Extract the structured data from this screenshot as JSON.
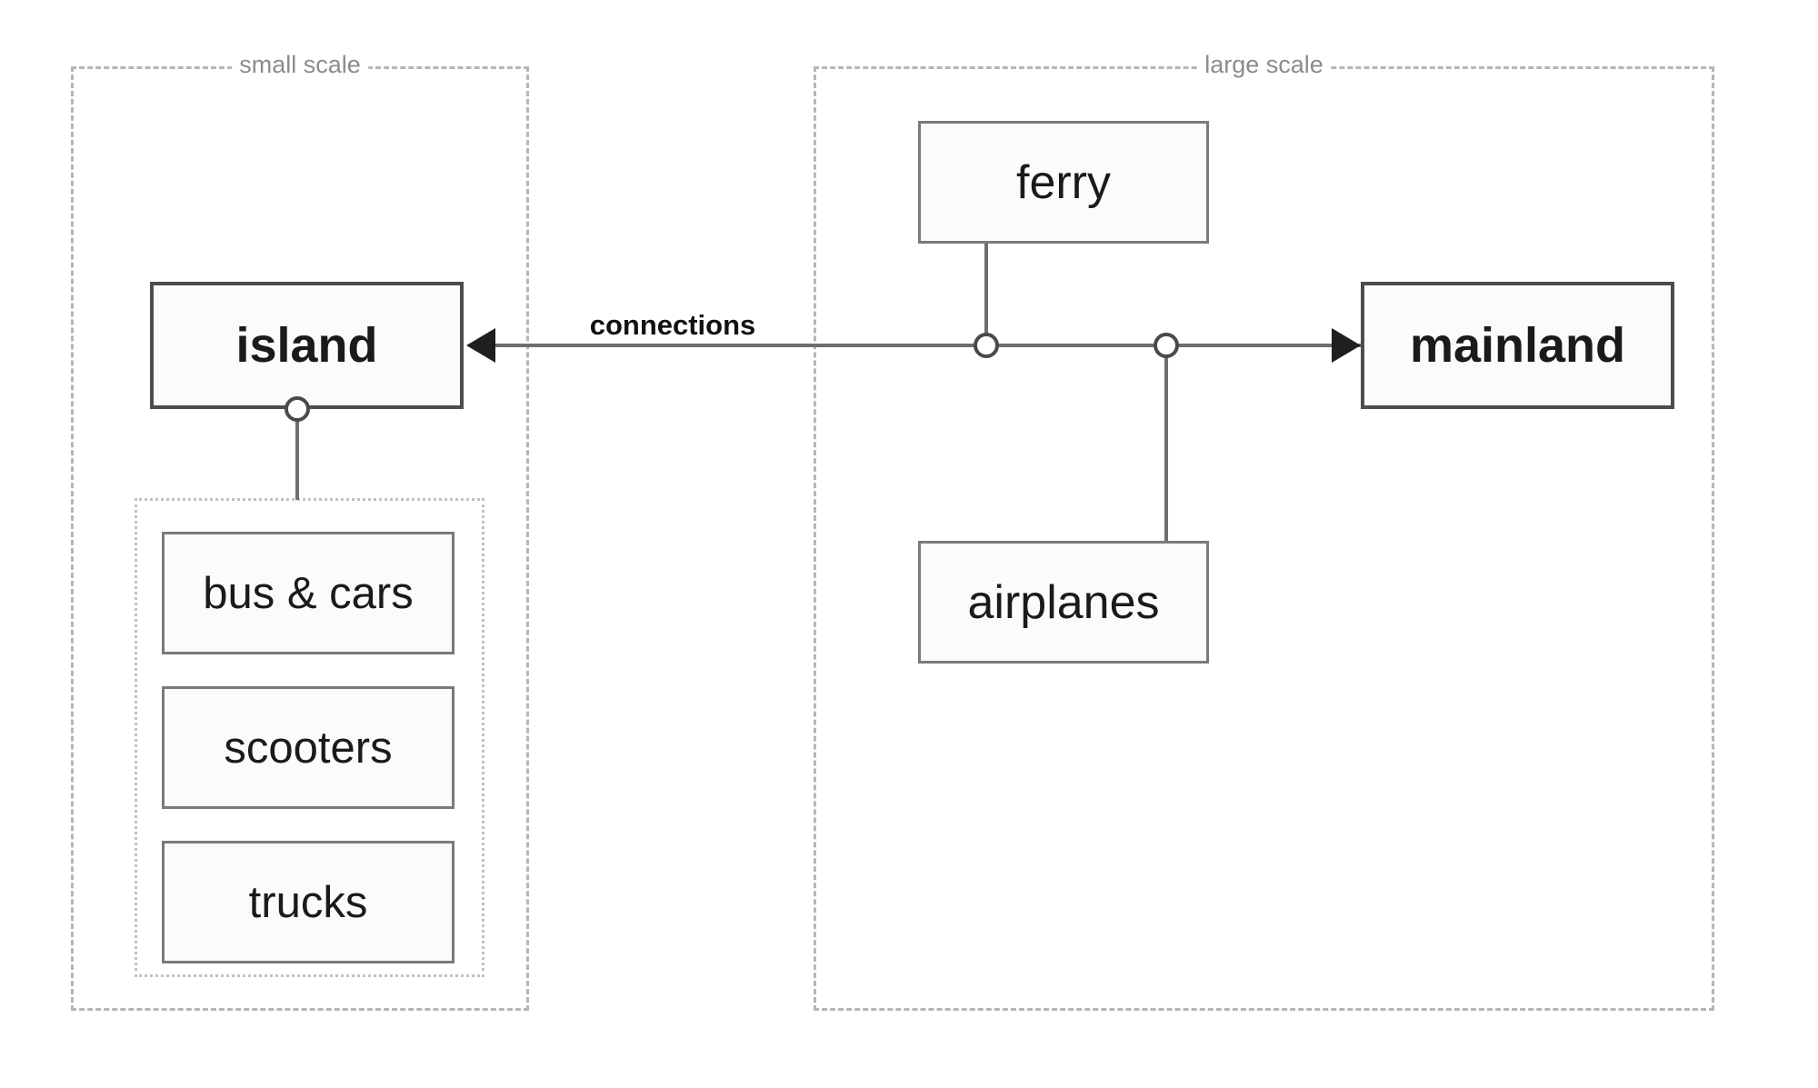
{
  "diagram": {
    "type": "block-diagram",
    "groups": [
      {
        "id": "small-scale",
        "label": "small scale",
        "border": "dashed",
        "color": "#b6b6b6"
      },
      {
        "id": "large-scale",
        "label": "large scale",
        "border": "dashed",
        "color": "#b6b6b6"
      },
      {
        "id": "vehicles",
        "label": "",
        "border": "dotted",
        "color": "#c2c2c2"
      }
    ],
    "nodes": {
      "island": {
        "label": "island",
        "emphasis": "bold"
      },
      "mainland": {
        "label": "mainland",
        "emphasis": "bold"
      },
      "ferry": {
        "label": "ferry",
        "emphasis": "regular"
      },
      "airplanes": {
        "label": "airplanes",
        "emphasis": "regular"
      },
      "bus_and_cars": {
        "label": "bus & cars",
        "emphasis": "regular"
      },
      "scooters": {
        "label": "scooters",
        "emphasis": "regular"
      },
      "trucks": {
        "label": "trucks",
        "emphasis": "regular"
      }
    },
    "edges": [
      {
        "id": "connections",
        "label": "connections",
        "from": "island",
        "to": "mainland",
        "arrow_start": "left-arrowhead",
        "arrow_end": "right-arrowhead"
      },
      {
        "id": "ferry-junction",
        "label": "",
        "from": "ferry",
        "to": "connections"
      },
      {
        "id": "airplanes-junction",
        "label": "",
        "from": "airplanes",
        "to": "connections"
      },
      {
        "id": "island-vehicles",
        "label": "",
        "from": "island",
        "to": "vehicles"
      }
    ],
    "colors": {
      "node_border": "#7a7a7a",
      "node_border_primary": "#4d4d4d",
      "node_fill": "#fbfbfb",
      "group_border": "#b6b6b6",
      "connector": "#6e6e6e",
      "arrowhead": "#1f1f1f",
      "group_label_text": "#8c8c8c",
      "node_label_text": "#1a1a1a",
      "background": "#ffffff"
    }
  }
}
